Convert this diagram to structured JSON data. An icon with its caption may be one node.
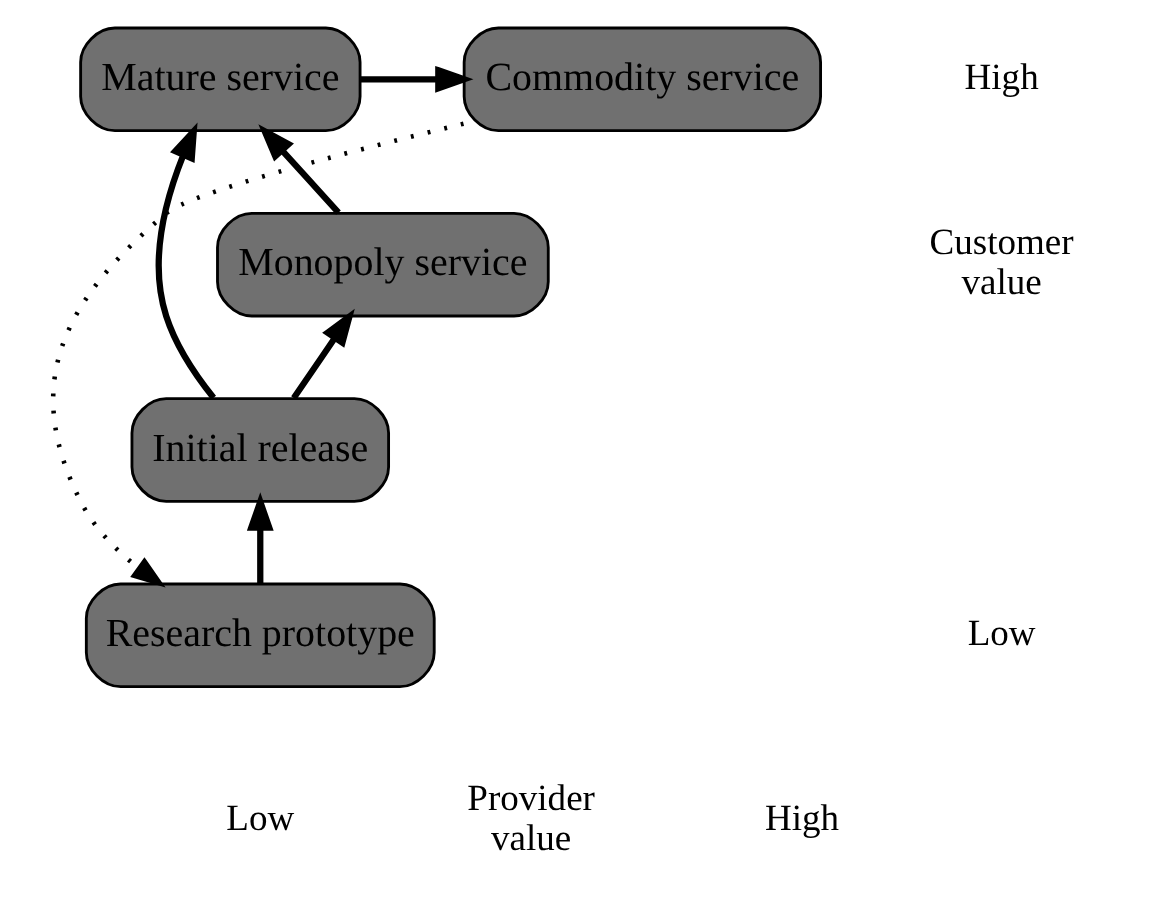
{
  "diagram": {
    "nodes": [
      {
        "text": [
          "Mature service"
        ]
      },
      {
        "text": [
          "Commodity service"
        ]
      },
      {
        "text": [
          "Initial release"
        ]
      },
      {
        "text": [
          "Monopoly service"
        ]
      },
      {
        "text": [
          "Research prototype"
        ]
      }
    ],
    "edges": [
      {
        "from": 4,
        "to": 2,
        "arrow": "to"
      },
      {
        "from": 2,
        "to": 0,
        "arrow": "to"
      },
      {
        "from": 2,
        "to": 3,
        "arrow": "to"
      },
      {
        "from": 3,
        "to": 0,
        "arrow": "to"
      },
      {
        "from": 0,
        "to": 1,
        "arrow": "to"
      },
      {
        "from": 1,
        "to": 4,
        "arrow": "to",
        "style": "dashed"
      }
    ],
    "labels": [
      "High",
      "Customer value",
      "Low",
      "Low",
      "Provider value",
      "High"
    ]
  }
}
